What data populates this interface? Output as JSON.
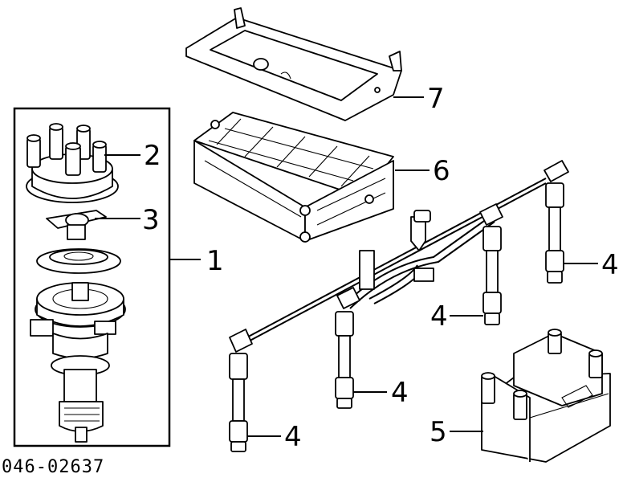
{
  "callouts": {
    "c1": "1",
    "c2": "2",
    "c3": "3",
    "c4a": "4",
    "c4b": "4",
    "c4c": "4",
    "c4d": "4",
    "c5": "5",
    "c6": "6",
    "c7": "7"
  },
  "diagram_code": "046-02637"
}
